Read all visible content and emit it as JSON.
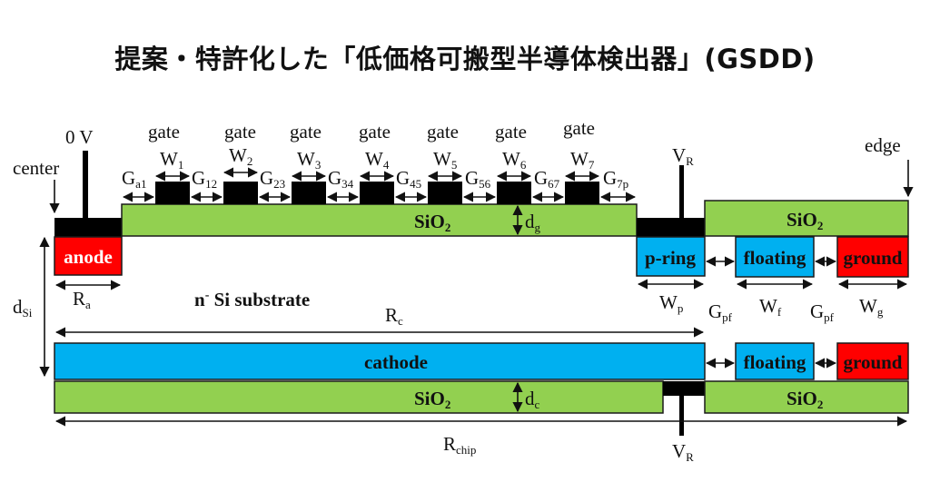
{
  "title": "提案・特許化した「低価格可搬型半導体検出器」(GSDD)",
  "colors": {
    "oxide": "#92d050",
    "blue_region": "#00b0f0",
    "red_region": "#ff0000",
    "metal": "#000000",
    "outline": "#1a1a1a"
  },
  "labels": {
    "zero_v": "0 V",
    "center": "center",
    "edge": "edge",
    "gate": "gate",
    "vr_top": {
      "main": "V",
      "sub": "R"
    },
    "vr_bottom": {
      "main": "V",
      "sub": "R"
    },
    "d_si": {
      "main": "d",
      "sub": "Si"
    },
    "d_g": {
      "main": "d",
      "sub": "g"
    },
    "d_c": {
      "main": "d",
      "sub": "c"
    },
    "r_a": {
      "main": "R",
      "sub": "a"
    },
    "r_c": {
      "main": "R",
      "sub": "c"
    },
    "r_chip": {
      "main": "R",
      "sub": "chip"
    },
    "w_p": {
      "main": "W",
      "sub": "p"
    },
    "w_f": {
      "main": "W",
      "sub": "f"
    },
    "w_g": {
      "main": "W",
      "sub": "g"
    },
    "g_pf_1": {
      "main": "G",
      "sub": "pf"
    },
    "g_pf_2": {
      "main": "G",
      "sub": "pf"
    }
  },
  "gate_widths": [
    {
      "main": "W",
      "sub": "1"
    },
    {
      "main": "W",
      "sub": "2"
    },
    {
      "main": "W",
      "sub": "3"
    },
    {
      "main": "W",
      "sub": "4"
    },
    {
      "main": "W",
      "sub": "5"
    },
    {
      "main": "W",
      "sub": "6"
    },
    {
      "main": "W",
      "sub": "7"
    }
  ],
  "gate_gaps": [
    {
      "main": "G",
      "sub": "a1"
    },
    {
      "main": "G",
      "sub": "12"
    },
    {
      "main": "G",
      "sub": "23"
    },
    {
      "main": "G",
      "sub": "34"
    },
    {
      "main": "G",
      "sub": "45"
    },
    {
      "main": "G",
      "sub": "56"
    },
    {
      "main": "G",
      "sub": "67"
    },
    {
      "main": "G",
      "sub": "7p"
    }
  ],
  "regions": {
    "sio2_top_left": {
      "main": "SiO",
      "sub": "2"
    },
    "sio2_top_right": {
      "main": "SiO",
      "sub": "2"
    },
    "sio2_bottom_left": {
      "main": "SiO",
      "sub": "2"
    },
    "sio2_bottom_right": {
      "main": "SiO",
      "sub": "2"
    },
    "anode": "anode",
    "p_ring": "p-ring",
    "floating_top": "floating",
    "floating_bottom": "floating",
    "ground_top": "ground",
    "ground_bottom": "ground",
    "cathode": "cathode",
    "substrate": {
      "pre": "n",
      "sup": "-",
      "post": " Si substrate"
    }
  }
}
